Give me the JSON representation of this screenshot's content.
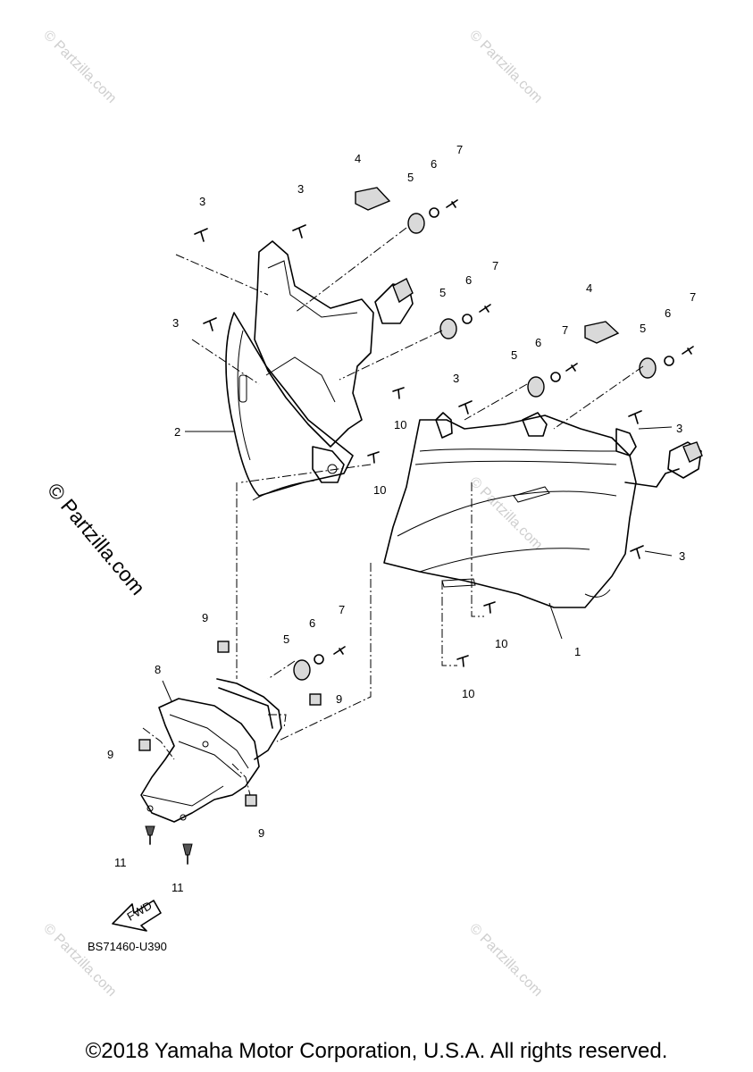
{
  "callouts": {
    "c1": "1",
    "c2": "2",
    "c3a": "3",
    "c3b": "3",
    "c3c": "3",
    "c3d": "3",
    "c3e": "3",
    "c3f": "3",
    "c4a": "4",
    "c4b": "4",
    "c5a": "5",
    "c5b": "5",
    "c5c": "5",
    "c5d": "5",
    "c5e": "5",
    "c6a": "6",
    "c6b": "6",
    "c6c": "6",
    "c6d": "6",
    "c6e": "6",
    "c7a": "7",
    "c7b": "7",
    "c7c": "7",
    "c7d": "7",
    "c7e": "7",
    "c8": "8",
    "c9a": "9",
    "c9b": "9",
    "c9c": "9",
    "c9d": "9",
    "c10a": "10",
    "c10b": "10",
    "c10c": "10",
    "c10d": "10",
    "c11a": "11",
    "c11b": "11"
  },
  "fwd_label": "FWD",
  "diagram_code": "BS71460-U390",
  "side_watermark": "© Partzilla.com",
  "watermark": "© Partzilla.com",
  "copyright": "©2018 Yamaha Motor Corporation, U.S.A. All rights reserved."
}
